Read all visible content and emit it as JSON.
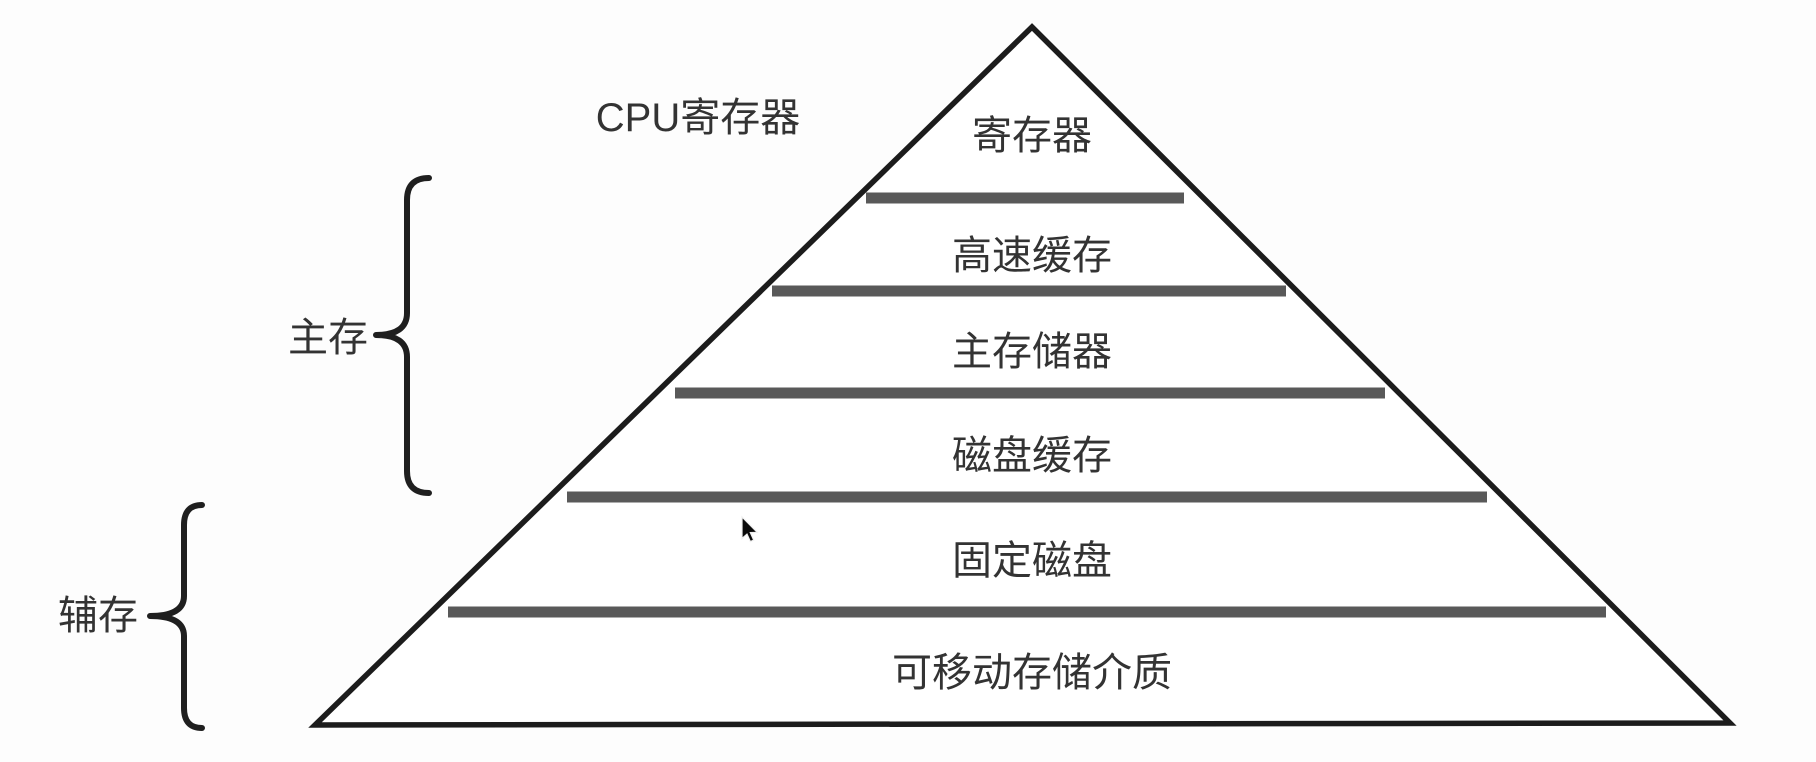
{
  "diagram": {
    "type": "memory-hierarchy-pyramid",
    "annotations": {
      "cpu_register_label": "CPU寄存器"
    },
    "pyramid": {
      "levels": [
        {
          "label": "寄存器"
        },
        {
          "label": "高速缓存"
        },
        {
          "label": "主存储器"
        },
        {
          "label": "磁盘缓存"
        },
        {
          "label": "固定磁盘"
        },
        {
          "label": "可移动存储介质"
        }
      ]
    },
    "group_labels": [
      {
        "label": "主存"
      },
      {
        "label": "辅存"
      }
    ],
    "cursor": {
      "icon": "arrow-pointer"
    },
    "colors": {
      "background": "#fdfdfd",
      "outline": "#1c1c1c",
      "divider": "#595959",
      "text": "#333333"
    }
  }
}
